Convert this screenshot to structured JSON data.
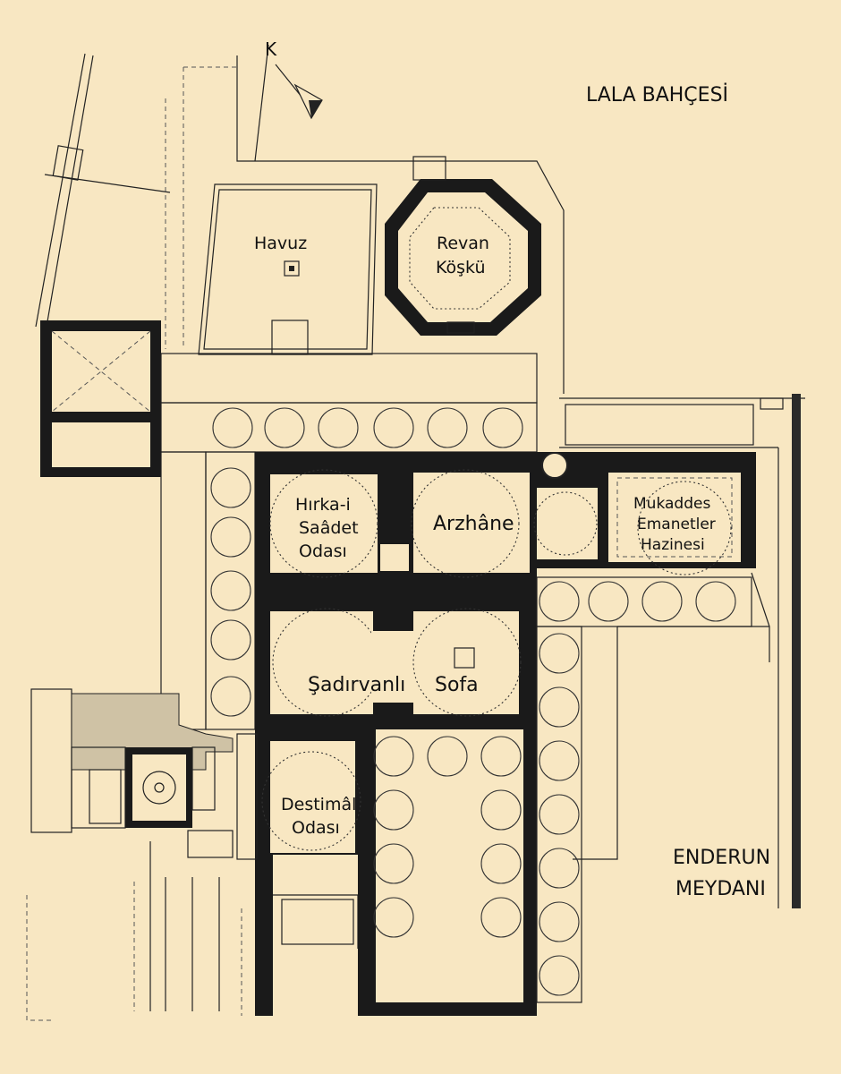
{
  "areas": {
    "lala_bahcesi": "LALA BAHÇESİ",
    "enderun_line1": "ENDERUN",
    "enderun_line2": "MEYDANI"
  },
  "north_label": "K",
  "rooms": {
    "havuz": "Havuz",
    "revan_line1": "Revan",
    "revan_line2": "Köşkü",
    "hirka_line1": "Hırka-i",
    "hirka_line2": "Saâdet",
    "hirka_line3": "Odası",
    "arzhane": "Arzhâne",
    "mukaddes_line1": "Mukaddes",
    "mukaddes_line2": "Emanetler",
    "mukaddes_line3": "Hazinesi",
    "sadirvanli": "Şadırvanlı",
    "sofa": "Sofa",
    "destimal_line1": "Destimâl",
    "destimal_line2": "Odası"
  }
}
